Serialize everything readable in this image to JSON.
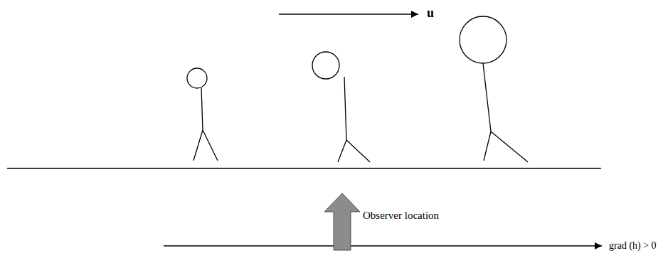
{
  "diagram": {
    "labels": [
      "u",
      "Observer location",
      "grad (h) > 0"
    ]
  }
}
